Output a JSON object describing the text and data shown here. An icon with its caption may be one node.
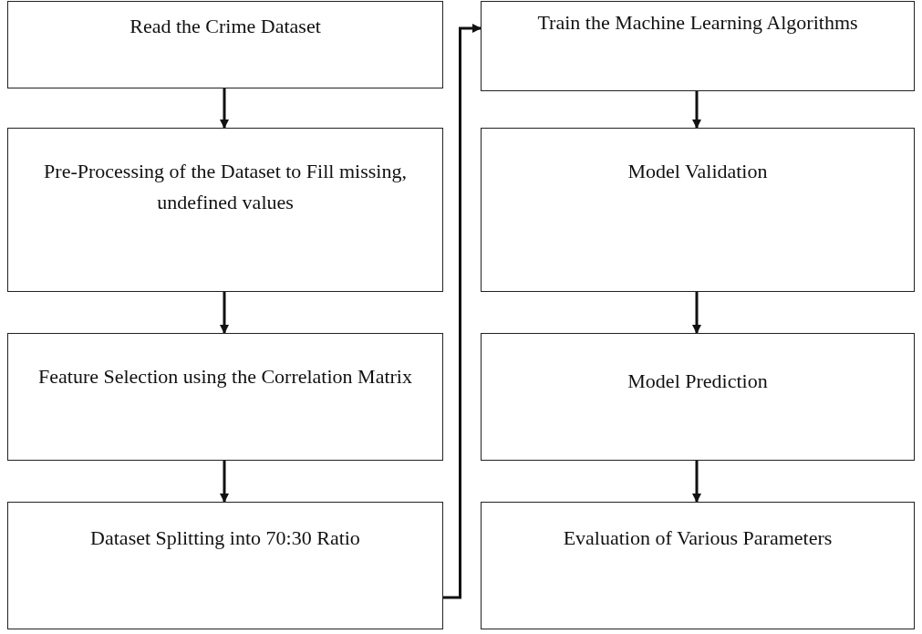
{
  "diagram": {
    "nodes": [
      {
        "text": [
          "Read the Crime Dataset"
        ]
      },
      {
        "text": [
          "Pre-Processing of the Dataset to Fill missing, undefined values"
        ]
      },
      {
        "text": [
          "Feature Selection using the Correlation Matrix"
        ]
      },
      {
        "text": [
          "Dataset Splitting into 70:30 Ratio"
        ]
      },
      {
        "text": [
          "Train the Machine Learning Algorithms"
        ]
      },
      {
        "text": [
          "Model Validation"
        ]
      },
      {
        "text": [
          "Model Prediction"
        ]
      },
      {
        "text": [
          "Evaluation of Various Parameters"
        ]
      }
    ],
    "edges": [
      {
        "from": 0,
        "to": 1,
        "arrow": "to"
      },
      {
        "from": 1,
        "to": 2,
        "arrow": "to"
      },
      {
        "from": 2,
        "to": 3,
        "arrow": "to"
      },
      {
        "from": 3,
        "to": 4,
        "arrow": "to"
      },
      {
        "from": 4,
        "to": 5,
        "arrow": "to"
      },
      {
        "from": 5,
        "to": 6,
        "arrow": "to"
      },
      {
        "from": 6,
        "to": 7,
        "arrow": "to"
      }
    ]
  }
}
